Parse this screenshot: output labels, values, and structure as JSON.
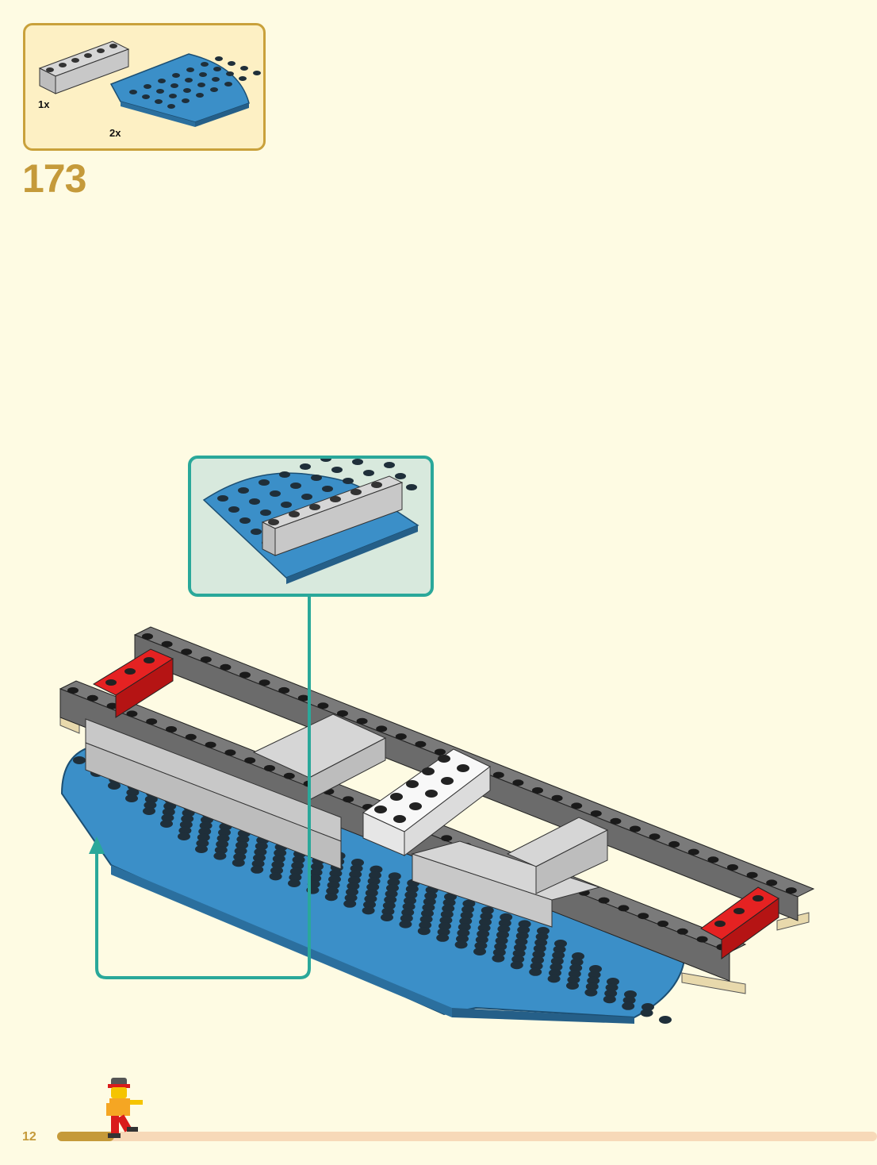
{
  "parts_callout": {
    "items": [
      {
        "part": "gray-brick-1x6",
        "quantity": "1x"
      },
      {
        "part": "blue-quarter-round-plate",
        "quantity": "2x"
      }
    ]
  },
  "step": {
    "number": "173"
  },
  "footer": {
    "page_number": "12",
    "progress_fraction": 0.07
  },
  "colors": {
    "background": "#fefbe3",
    "accent_gold": "#c59a3a",
    "callout_teal": "#2aa89a",
    "brick_blue": "#3b8fc8",
    "brick_gray": "#a9a9a9",
    "brick_dark": "#6b6b6b",
    "brick_red": "#d91b1b",
    "brick_white": "#f4f4f4"
  }
}
